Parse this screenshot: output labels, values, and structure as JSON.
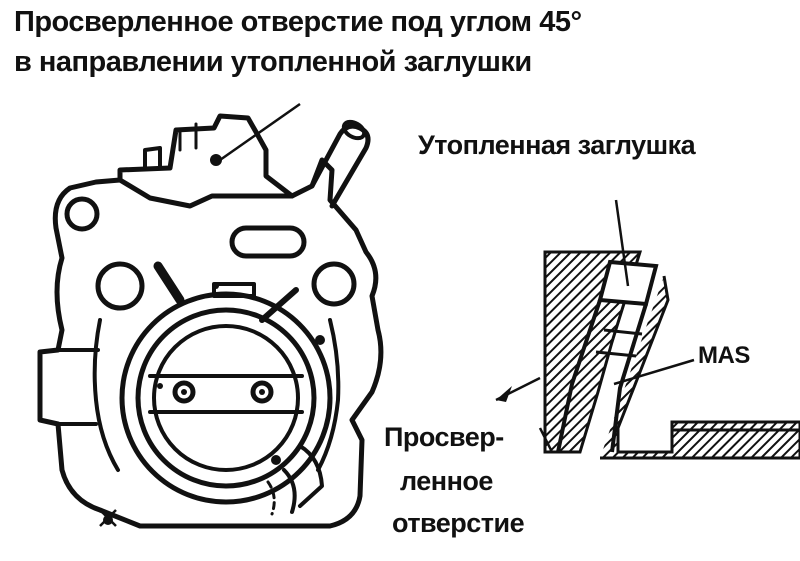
{
  "labels": {
    "title_line1": "Просверленное отверстие под углом 45°",
    "title_line2": "в  направлении утопленной заглушки",
    "recessed_plug": "Утопленная заглушка",
    "mas": "MAS",
    "drilled_hole_1": "Просвер-",
    "drilled_hole_2": "ленное",
    "drilled_hole_3": "отверстие"
  },
  "colors": {
    "ink": "#111111",
    "background": "#ffffff"
  }
}
